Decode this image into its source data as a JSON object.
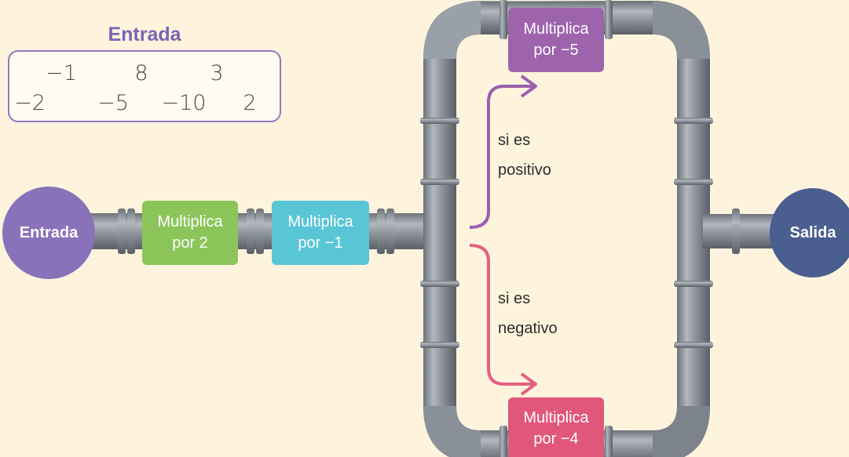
{
  "input_panel": {
    "title": "Entrada",
    "row1": [
      "−1",
      "8",
      "3"
    ],
    "row2": [
      "−2",
      "−5",
      "−10",
      "2"
    ]
  },
  "start_node": {
    "label": "Entrada",
    "color": "#8a72bb"
  },
  "end_node": {
    "label": "Salida",
    "color": "#4a5e8f"
  },
  "operations": {
    "times_2": {
      "line1": "Multiplica",
      "line2": "por 2",
      "color": "#8bc55a"
    },
    "times_neg1": {
      "line1": "Multiplica",
      "line2": "por −1",
      "color": "#59c6d6"
    },
    "times_neg5": {
      "line1": "Multiplica",
      "line2": "por −5",
      "color": "#9d63ad"
    },
    "times_neg4": {
      "line1": "Multiplica",
      "line2": "por −4",
      "color": "#e1577c"
    }
  },
  "conditions": {
    "positive": {
      "line1": "si es",
      "line2": "positivo",
      "color": "#9a5fb0"
    },
    "negative": {
      "line1": "si es",
      "line2": "negativo",
      "color": "#e4607f"
    }
  },
  "pipe_color": "#8e949c"
}
